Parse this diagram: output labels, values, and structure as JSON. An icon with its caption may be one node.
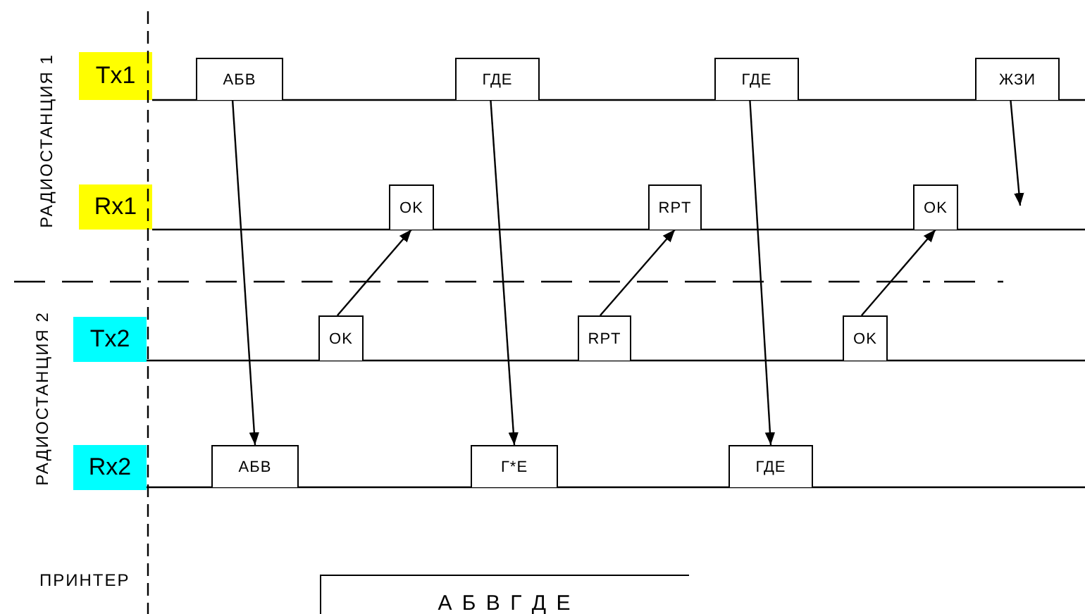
{
  "diagram": {
    "nodes": [
      {
        "text": [
          "Tx1"
        ]
      },
      {
        "text": [
          "АБВ"
        ]
      },
      {
        "text": [
          "ГДЕ"
        ]
      },
      {
        "text": [
          "ГДЕ"
        ]
      },
      {
        "text": [
          "ЖЗИ"
        ]
      },
      {
        "text": [
          "Rx1"
        ]
      },
      {
        "text": [
          "OK"
        ]
      },
      {
        "text": [
          "RPT"
        ]
      },
      {
        "text": [
          "OK"
        ]
      },
      {
        "text": [
          "Tx2"
        ]
      },
      {
        "text": [
          "OK"
        ]
      },
      {
        "text": [
          "RPT"
        ]
      },
      {
        "text": [
          "OK"
        ]
      },
      {
        "text": [
          "Rx2"
        ]
      },
      {
        "text": [
          "АБВ"
        ]
      },
      {
        "text": [
          "Г*Е"
        ]
      },
      {
        "text": [
          "ГДЕ"
        ]
      },
      {
        "text": [
          "А Б В Г Д Е"
        ]
      }
    ],
    "edges": [
      {
        "from": 1,
        "to": 14,
        "arrow": "to"
      },
      {
        "from": 2,
        "to": 15,
        "arrow": "to"
      },
      {
        "from": 3,
        "to": 16,
        "arrow": "to"
      },
      {
        "from": 4,
        "to": null,
        "arrow": "to"
      },
      {
        "from": 10,
        "to": 6,
        "arrow": "to"
      },
      {
        "from": 11,
        "to": 7,
        "arrow": "to"
      },
      {
        "from": 12,
        "to": 8,
        "arrow": "to"
      }
    ],
    "labels": [
      "РАДИОСТАНЦИЯ 1",
      "РАДИОСТАНЦИЯ 2",
      "ПРИНТЕР"
    ]
  }
}
